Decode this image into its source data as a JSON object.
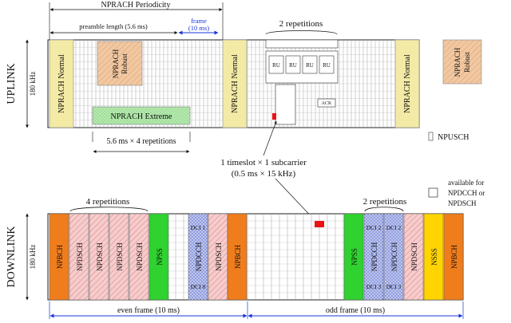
{
  "uplink": {
    "side_label": "UPLINK",
    "bandwidth_label": "180 kHz",
    "periodicity_label": "NPRACH Periodicity",
    "preamble_label": "preamble length (5.6 ms)",
    "frame_label_line1": "frame",
    "frame_label_line2": "(10 ms)",
    "repetitions_label": "2 repetitions",
    "nprach_normal_1": "NPRACH Normal",
    "nprach_robust_1_line1": "NPRACH",
    "nprach_robust_1_line2": "Robust",
    "nprach_extreme": "NPRACH Extreme",
    "nprach_normal_2": "NPRACH Normal",
    "nprach_normal_3": "NPRACH Normal",
    "nprach_robust_2_line1": "NPRACH",
    "nprach_robust_2_line2": "Robust",
    "ru_label": "RU",
    "ack_label": "ACK",
    "extreme_repetitions_label": "5.6 ms × 4 repetitions",
    "npusch_legend": "NPUSCH"
  },
  "annotation": {
    "line1": "1 timeslot × 1 subcarrier",
    "line2": "(0.5 ms × 15 kHz)"
  },
  "downlink": {
    "side_label": "DOWNLINK",
    "bandwidth_label": "180 kHz",
    "repetitions_4_label": "4 repetitions",
    "repetitions_2_label": "2 repetitions",
    "legend_line1": "available for",
    "legend_line2": "NPDCCH or",
    "legend_line3": "NPDSCH",
    "npbch": "NPBCH",
    "npdsch": "NPDSCH",
    "npss": "NPSS",
    "npdcch": "NPDCCH",
    "nsss": "NSSS",
    "dci1": "DCI 1",
    "dci0": "DCI 0",
    "dci2": "DCI 2",
    "dci3": "DCI 3",
    "even_frame_label": "even frame (10 ms)",
    "odd_frame_label": "odd frame (10 ms)"
  },
  "colors": {
    "nprach_normal": "#f3eaa6",
    "nprach_robust": "#f1c8a2",
    "nprach_extreme": "#b7eab0",
    "npbch": "#f07d1c",
    "npdsch": "#f5c7c7",
    "npss": "#2fd22f",
    "npdcch": "#b9c2ee",
    "nsss": "#ffd400",
    "marker": "#ee1111",
    "arrow": "#1a35d8"
  }
}
